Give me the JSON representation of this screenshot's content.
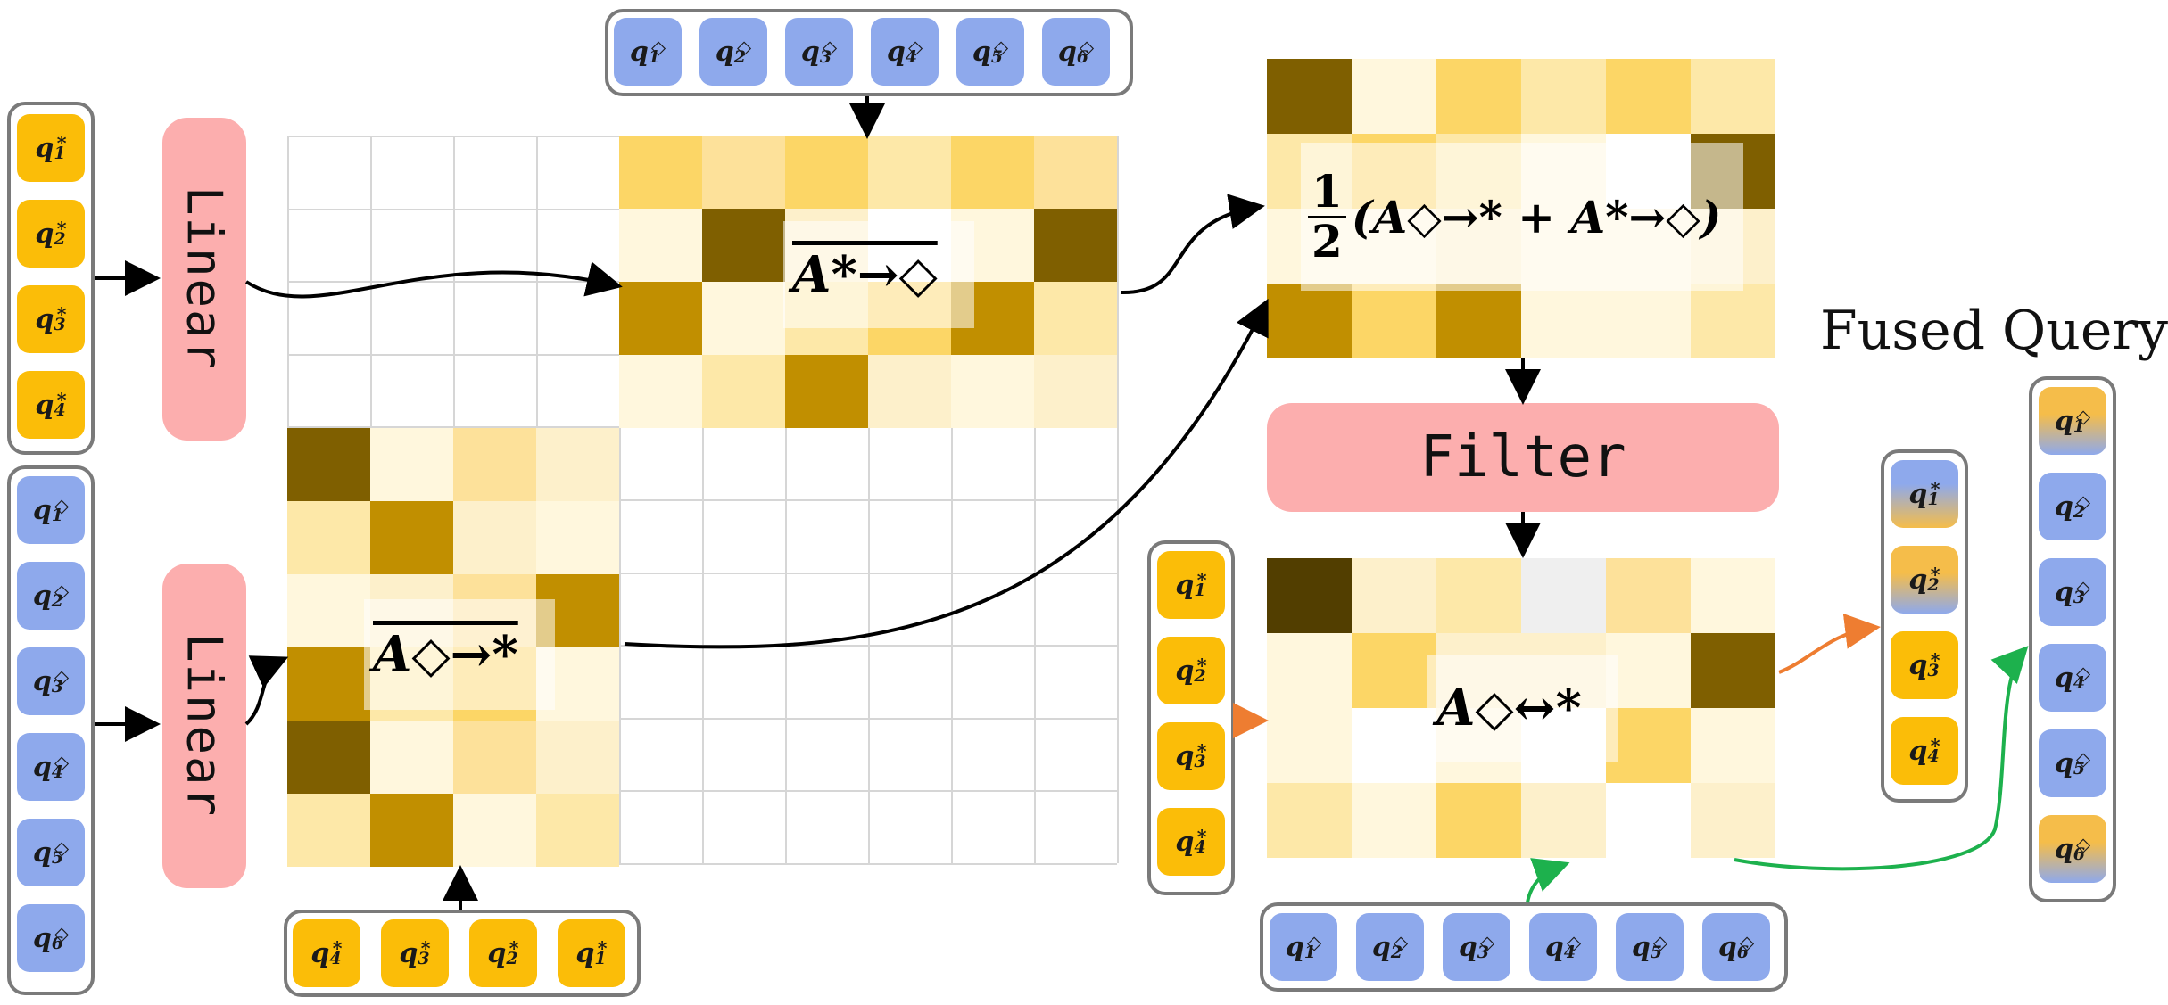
{
  "labels": {
    "linear_top": "Linear",
    "linear_bottom": "Linear",
    "filter": "Filter",
    "fused_query": "Fused Query"
  },
  "formulas": {
    "a_star_to_dia": "A*→◇",
    "a_dia_to_star": "A◇→*",
    "avg_frac_num": "1",
    "avg_frac_den": "2",
    "avg_body": "(A◇→* + A*→◇)",
    "a_dia_star": "A◇↔*"
  },
  "tokens": {
    "left_star": [
      {
        "base": "q",
        "sub": "1",
        "sup": "*"
      },
      {
        "base": "q",
        "sub": "2",
        "sup": "*"
      },
      {
        "base": "q",
        "sub": "3",
        "sup": "*"
      },
      {
        "base": "q",
        "sub": "4",
        "sup": "*"
      }
    ],
    "left_dia": [
      {
        "base": "q",
        "sub": "1",
        "sup": "◇"
      },
      {
        "base": "q",
        "sub": "2",
        "sup": "◇"
      },
      {
        "base": "q",
        "sub": "3",
        "sup": "◇"
      },
      {
        "base": "q",
        "sub": "4",
        "sup": "◇"
      },
      {
        "base": "q",
        "sub": "5",
        "sup": "◇"
      },
      {
        "base": "q",
        "sub": "6",
        "sup": "◇"
      }
    ],
    "top_dia": [
      {
        "base": "q",
        "sub": "1",
        "sup": "◇"
      },
      {
        "base": "q",
        "sub": "2",
        "sup": "◇"
      },
      {
        "base": "q",
        "sub": "3",
        "sup": "◇"
      },
      {
        "base": "q",
        "sub": "4",
        "sup": "◇"
      },
      {
        "base": "q",
        "sub": "5",
        "sup": "◇"
      },
      {
        "base": "q",
        "sub": "6",
        "sup": "◇"
      }
    ],
    "bottom_star": [
      {
        "base": "q",
        "sub": "4",
        "sup": "*"
      },
      {
        "base": "q",
        "sub": "3",
        "sup": "*"
      },
      {
        "base": "q",
        "sub": "2",
        "sup": "*"
      },
      {
        "base": "q",
        "sub": "1",
        "sup": "*"
      }
    ],
    "mid_star": [
      {
        "base": "q",
        "sub": "1",
        "sup": "*"
      },
      {
        "base": "q",
        "sub": "2",
        "sup": "*"
      },
      {
        "base": "q",
        "sub": "3",
        "sup": "*"
      },
      {
        "base": "q",
        "sub": "4",
        "sup": "*"
      }
    ],
    "bottom_dia": [
      {
        "base": "q",
        "sub": "1",
        "sup": "◇"
      },
      {
        "base": "q",
        "sub": "2",
        "sup": "◇"
      },
      {
        "base": "q",
        "sub": "3",
        "sup": "◇"
      },
      {
        "base": "q",
        "sub": "4",
        "sup": "◇"
      },
      {
        "base": "q",
        "sub": "5",
        "sup": "◇"
      },
      {
        "base": "q",
        "sub": "6",
        "sup": "◇"
      }
    ],
    "fused_star": [
      {
        "base": "q",
        "sub": "1",
        "sup": "*"
      },
      {
        "base": "q",
        "sub": "2",
        "sup": "*"
      },
      {
        "base": "q",
        "sub": "3",
        "sup": "*"
      },
      {
        "base": "q",
        "sub": "4",
        "sup": "*"
      }
    ],
    "fused_dia": [
      {
        "base": "q",
        "sub": "1",
        "sup": "◇"
      },
      {
        "base": "q",
        "sub": "2",
        "sup": "◇"
      },
      {
        "base": "q",
        "sub": "3",
        "sup": "◇"
      },
      {
        "base": "q",
        "sub": "4",
        "sup": "◇"
      },
      {
        "base": "q",
        "sub": "5",
        "sup": "◇"
      },
      {
        "base": "q",
        "sub": "6",
        "sup": "◇"
      }
    ]
  },
  "colors": {
    "star_token": "#fbbd08",
    "dia_token": "#8ea9ec",
    "block": "#fcaeae",
    "heat_palette": [
      "#ffffff",
      "#fff7dd",
      "#fdf0cb",
      "#fde8a8",
      "#fde19a",
      "#fcd666",
      "#c18f00",
      "#7f5f00",
      "#523e00",
      "#efefef"
    ],
    "arrow_black": "#000000",
    "arrow_orange": "#ee7d31",
    "arrow_green": "#1db14d"
  },
  "matrices": {
    "a_star_dia": [
      [
        5,
        4,
        5,
        3,
        5,
        4
      ],
      [
        1,
        7,
        2,
        0,
        1,
        7
      ],
      [
        6,
        1,
        3,
        5,
        6,
        3
      ],
      [
        1,
        3,
        6,
        2,
        1,
        2
      ]
    ],
    "a_dia_star": [
      [
        7,
        1,
        4,
        2
      ],
      [
        3,
        6,
        2,
        1
      ],
      [
        1,
        2,
        4,
        6
      ],
      [
        6,
        3,
        5,
        1
      ],
      [
        7,
        1,
        4,
        2
      ],
      [
        3,
        6,
        1,
        3
      ]
    ],
    "avg": [
      [
        7,
        1,
        5,
        3,
        5,
        3
      ],
      [
        3,
        5,
        3,
        1,
        0,
        7
      ],
      [
        1,
        1,
        2,
        1,
        1,
        2
      ],
      [
        6,
        5,
        6,
        1,
        1,
        3
      ]
    ],
    "filtered": [
      [
        8,
        2,
        3,
        9,
        4,
        1
      ],
      [
        1,
        5,
        2,
        2,
        1,
        7
      ],
      [
        1,
        0,
        1,
        0,
        5,
        1
      ],
      [
        3,
        1,
        5,
        2,
        0,
        2
      ]
    ]
  }
}
